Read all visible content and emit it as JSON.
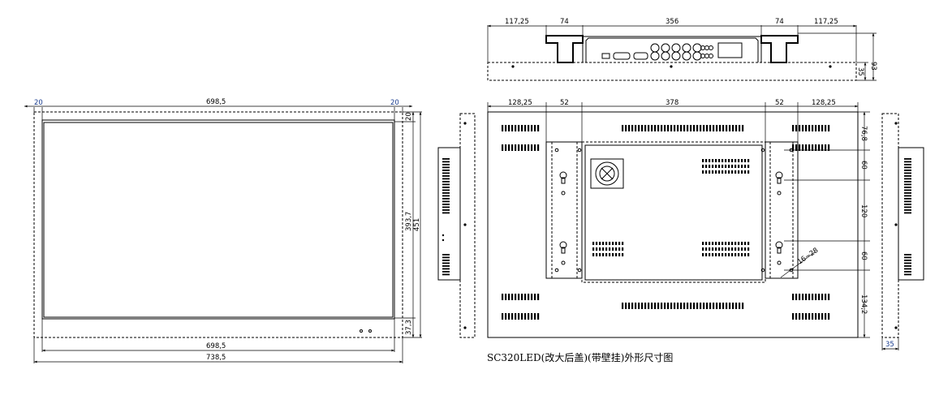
{
  "title": "SC320LED(改大后盖)(带壁挂)外形尺寸图",
  "front_view": {
    "top_left": "20",
    "top_width": "698,5",
    "top_right": "20",
    "right_top": "20",
    "right_screen": "393,7",
    "right_total": "451",
    "right_bottom": "37,3",
    "bottom_inner": "698,5",
    "bottom_total": "738,5"
  },
  "top_view": {
    "seg1": "117,25",
    "seg2": "74",
    "seg3": "356",
    "seg4": "74",
    "seg5": "117,25",
    "height_total": "93",
    "height_body": "35"
  },
  "rear_view": {
    "seg1": "128,25",
    "seg2": "52",
    "seg3": "378",
    "seg4": "52",
    "seg5": "128,25",
    "v1": "76,8",
    "v2": "60",
    "v3": "120",
    "v4": "60",
    "v5": "134,2",
    "screw_range": "16~28"
  },
  "side_view": {
    "depth": "35"
  }
}
